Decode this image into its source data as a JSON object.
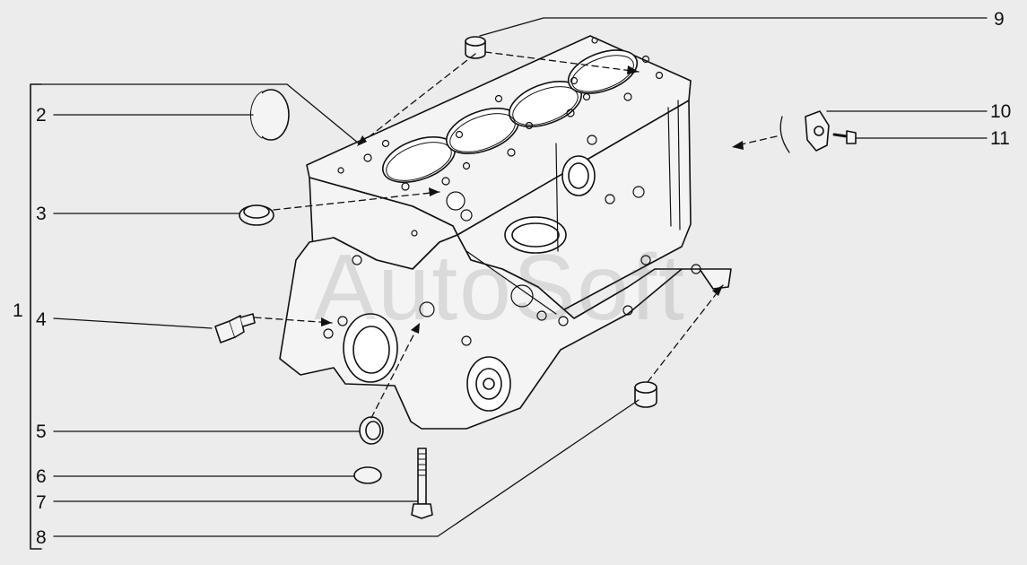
{
  "diagram": {
    "background": "#ececec",
    "line_color": "#111111",
    "watermark": "AutoSoft",
    "callouts": [
      {
        "id": "n1",
        "label": "1"
      },
      {
        "id": "n2",
        "label": "2"
      },
      {
        "id": "n3",
        "label": "3"
      },
      {
        "id": "n4",
        "label": "4"
      },
      {
        "id": "n5",
        "label": "5"
      },
      {
        "id": "n6",
        "label": "6"
      },
      {
        "id": "n7",
        "label": "7"
      },
      {
        "id": "n8",
        "label": "8"
      },
      {
        "id": "n9",
        "label": "9"
      },
      {
        "id": "n10",
        "label": "10"
      },
      {
        "id": "n11",
        "label": "11"
      }
    ]
  }
}
